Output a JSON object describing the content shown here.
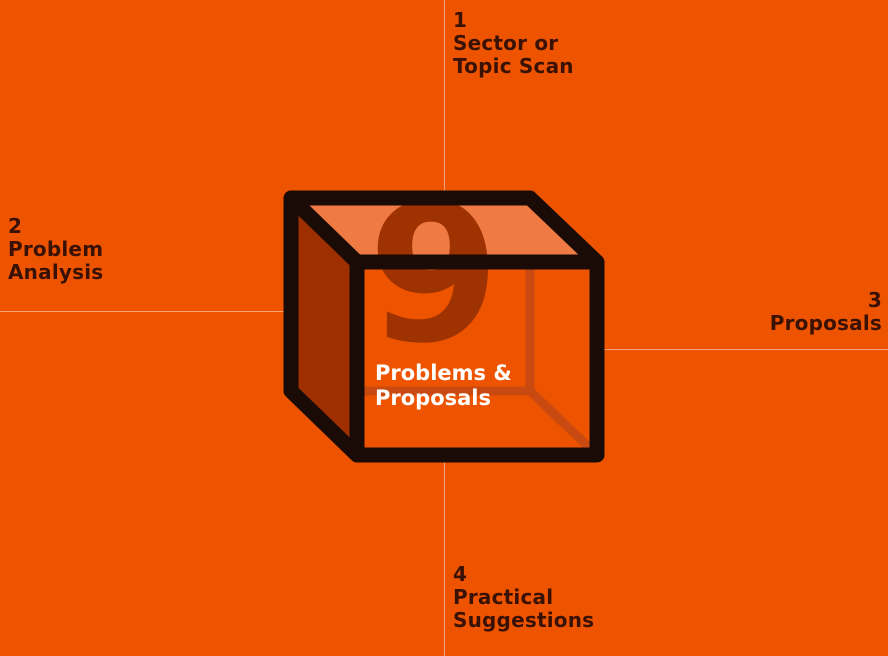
{
  "colors": {
    "background": "#EE5400",
    "axis_line": "#F6A27A",
    "text_dark": "#3A1205",
    "cube_outline": "#1A0B06",
    "cube_top": "#F07A44",
    "cube_left": "#9E2F00",
    "cube_numeral": "#9E3200",
    "title_text": "#FFFFFF"
  },
  "center": {
    "numeral": "9",
    "title_line1": "Problems &",
    "title_line2": "Proposals"
  },
  "quadrants": [
    {
      "number": "1",
      "line1": "Sector or",
      "line2": "Topic Scan"
    },
    {
      "number": "2",
      "line1": "Problem",
      "line2": "Analysis"
    },
    {
      "number": "3",
      "line1": "Proposals",
      "line2": ""
    },
    {
      "number": "4",
      "line1": "Practical",
      "line2": "Suggestions"
    }
  ]
}
